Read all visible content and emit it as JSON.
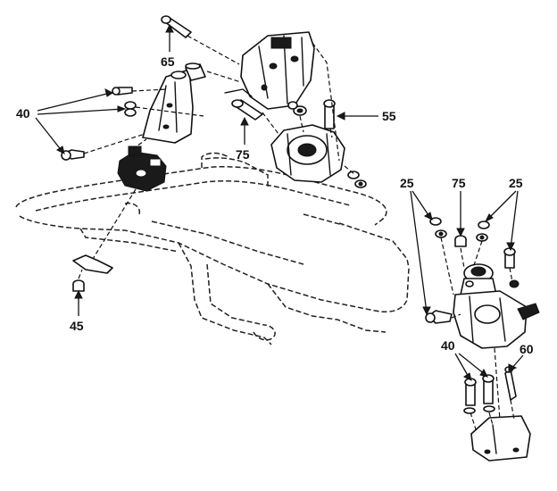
{
  "labels": {
    "l65": "65",
    "l40_left": "40",
    "l75_top": "75",
    "l55": "55",
    "l45": "45",
    "l25_left": "25",
    "l75_right": "75",
    "l25_right": "25",
    "l40_right": "40",
    "l60": "60"
  },
  "colors": {
    "ink": "#111111",
    "background": "#ffffff"
  }
}
